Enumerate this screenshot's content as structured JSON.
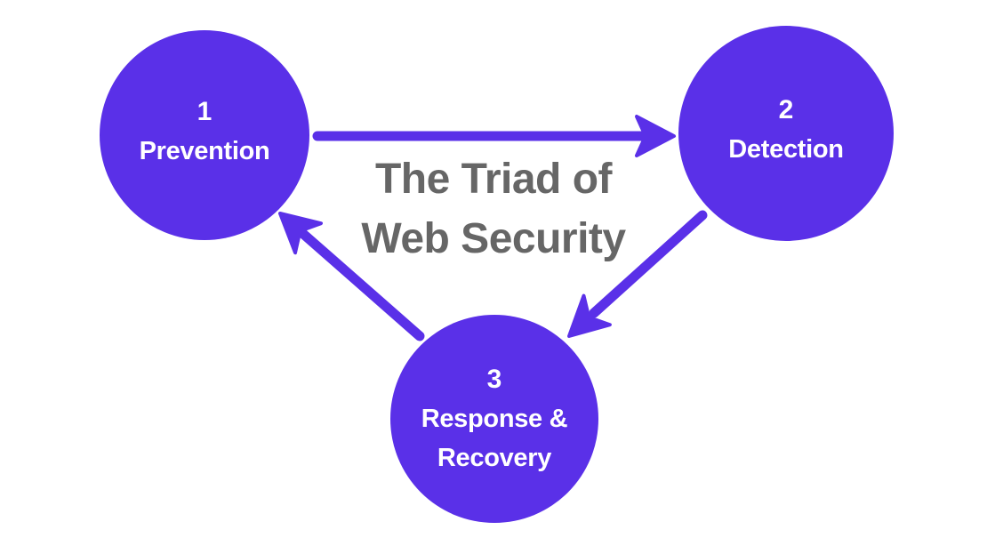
{
  "title": {
    "line1": "The Triad of",
    "line2": "Web Security"
  },
  "diagram": {
    "type": "cycle",
    "nodes": [
      {
        "number": "1",
        "label_lines": [
          "Prevention"
        ]
      },
      {
        "number": "2",
        "label_lines": [
          "Detection"
        ]
      },
      {
        "number": "3",
        "label_lines": [
          "Response &",
          "Recovery"
        ]
      }
    ],
    "flows": [
      {
        "from": "Prevention",
        "to": "Detection"
      },
      {
        "from": "Detection",
        "to": "Response & Recovery"
      },
      {
        "from": "Response & Recovery",
        "to": "Prevention"
      }
    ]
  },
  "colors": {
    "accent": "#5a30e8",
    "title_text": "#666666",
    "node_text": "#ffffff",
    "background": "#ffffff"
  }
}
